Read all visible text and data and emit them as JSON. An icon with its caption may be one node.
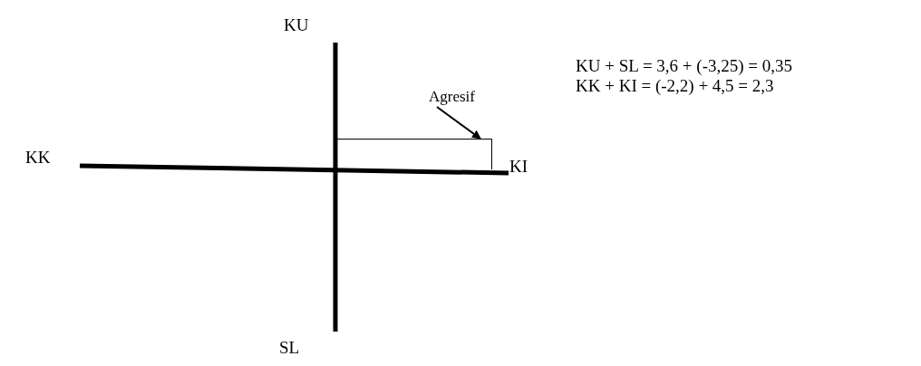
{
  "diagram": {
    "nodes": [
      {
        "text": [
          "Agresif"
        ]
      },
      {
        "text": [],
        "shape": "box"
      }
    ],
    "edges": [
      {
        "from": 0,
        "to": 1,
        "arrow": "to"
      }
    ],
    "labels": [
      "KU",
      "KU + SL = 3,6 + (-3,25) = 0,35",
      "KK + KI = (-2,2) + 4,5 = 2,3",
      "KK",
      "KI",
      "SL"
    ]
  }
}
